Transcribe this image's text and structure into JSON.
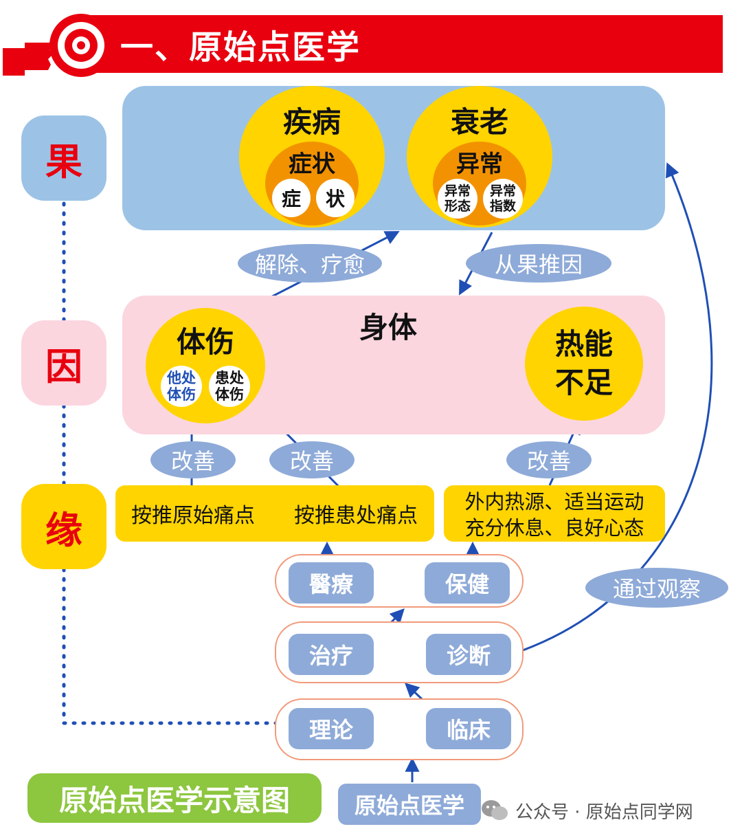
{
  "header": {
    "title": "一、原始点医学"
  },
  "side": {
    "guo": "果",
    "yin": "因",
    "yuan": "缘"
  },
  "result": {
    "disease": {
      "title": "疾病",
      "sub": "症状",
      "a": "症",
      "b": "状"
    },
    "aging": {
      "title": "衰老",
      "sub": "异常",
      "a": "异常\n形态",
      "b": "异常\n指数"
    }
  },
  "tags": {
    "cure": "解除、疗愈",
    "infer": "从果推因",
    "improve": "改善",
    "observe": "通过观察"
  },
  "body": {
    "title": "身体",
    "injury": {
      "title": "体伤",
      "a": "他处\n体伤",
      "b": "患处\n体伤"
    },
    "heat": {
      "title": "热能\n不足"
    }
  },
  "actions": {
    "press_origin": "按推原始痛点",
    "press_affected": "按推患处痛点",
    "care_line1": "外内热源、适当运动",
    "care_line2": "充分休息、良好心态"
  },
  "buttons": {
    "yiliao": "醫療",
    "baojian": "保健",
    "zhiliao": "治疗",
    "zhenduan": "诊断",
    "lilun": "理论",
    "linchuang": "临床",
    "root": "原始点医学"
  },
  "caption": "原始点医学示意图",
  "watermark": "公众号 · 原始点同学网",
  "colors": {
    "red": "#e8000f",
    "blue_panel": "#9cc3e6",
    "pink_panel": "#fbd6df",
    "yellow": "#ffd400",
    "orange": "#f39200",
    "tag_blue": "#8eaad8",
    "arrow_blue": "#1f4fb5",
    "green": "#8dc63f"
  }
}
